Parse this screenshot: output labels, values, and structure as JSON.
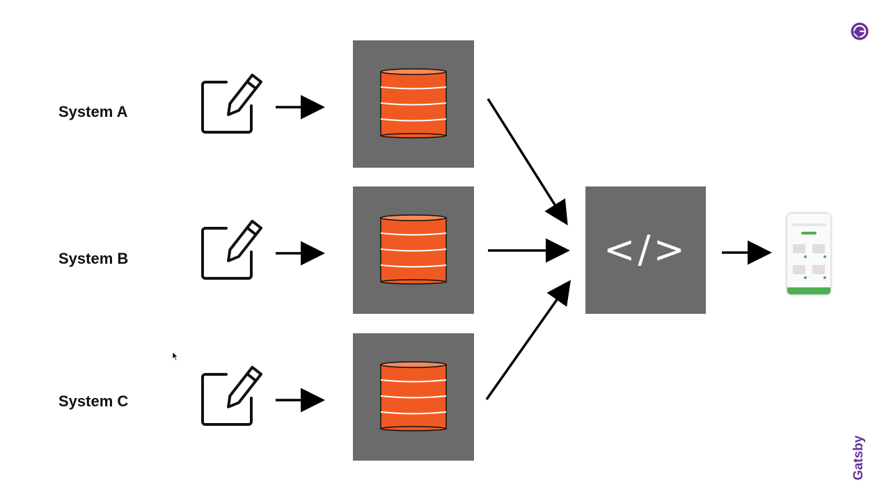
{
  "systems": [
    {
      "label": "System A"
    },
    {
      "label": "System B"
    },
    {
      "label": "System C"
    }
  ],
  "code_box": {
    "symbol": "</>"
  },
  "brand": {
    "name": "Gatsby",
    "logo_letter": "G",
    "color": "#663399"
  },
  "colors": {
    "database": "#f05a22",
    "box": "#6b6b6b",
    "phone_accent": "#4caf50",
    "arrow": "#000000"
  },
  "icons": [
    "edit-icon",
    "database-icon",
    "code-icon",
    "phone-icon",
    "gatsby-logo-icon",
    "cursor-icon"
  ]
}
